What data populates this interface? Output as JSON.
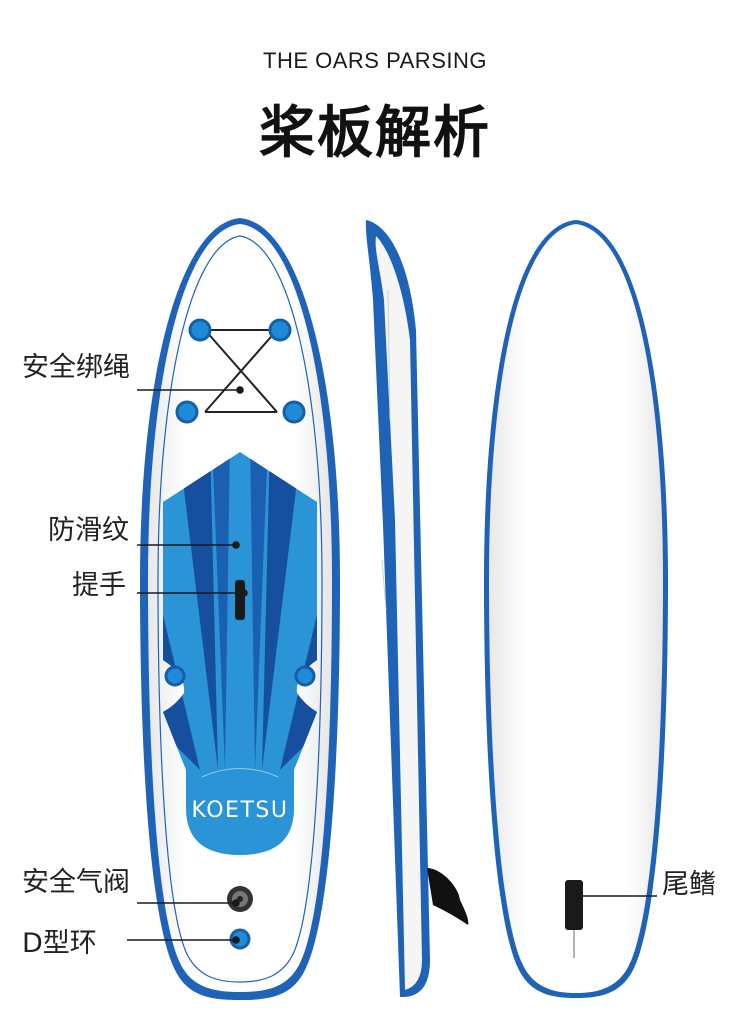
{
  "header": {
    "subtitle": "THE OARS PARSING",
    "title": "桨板解析"
  },
  "board": {
    "brand": "KOETSU",
    "colors": {
      "rail_blue": "#1f63b8",
      "deck_light_blue": "#2a94d6",
      "deck_dark_blue": "#174f9f",
      "board_white": "#fbfbfb"
    }
  },
  "callouts": {
    "bungee": "安全绑绳",
    "deck_pad": "防滑纹",
    "handle": "提手",
    "valve": "安全气阀",
    "d_ring": "D型环",
    "fin": "尾鳍"
  }
}
